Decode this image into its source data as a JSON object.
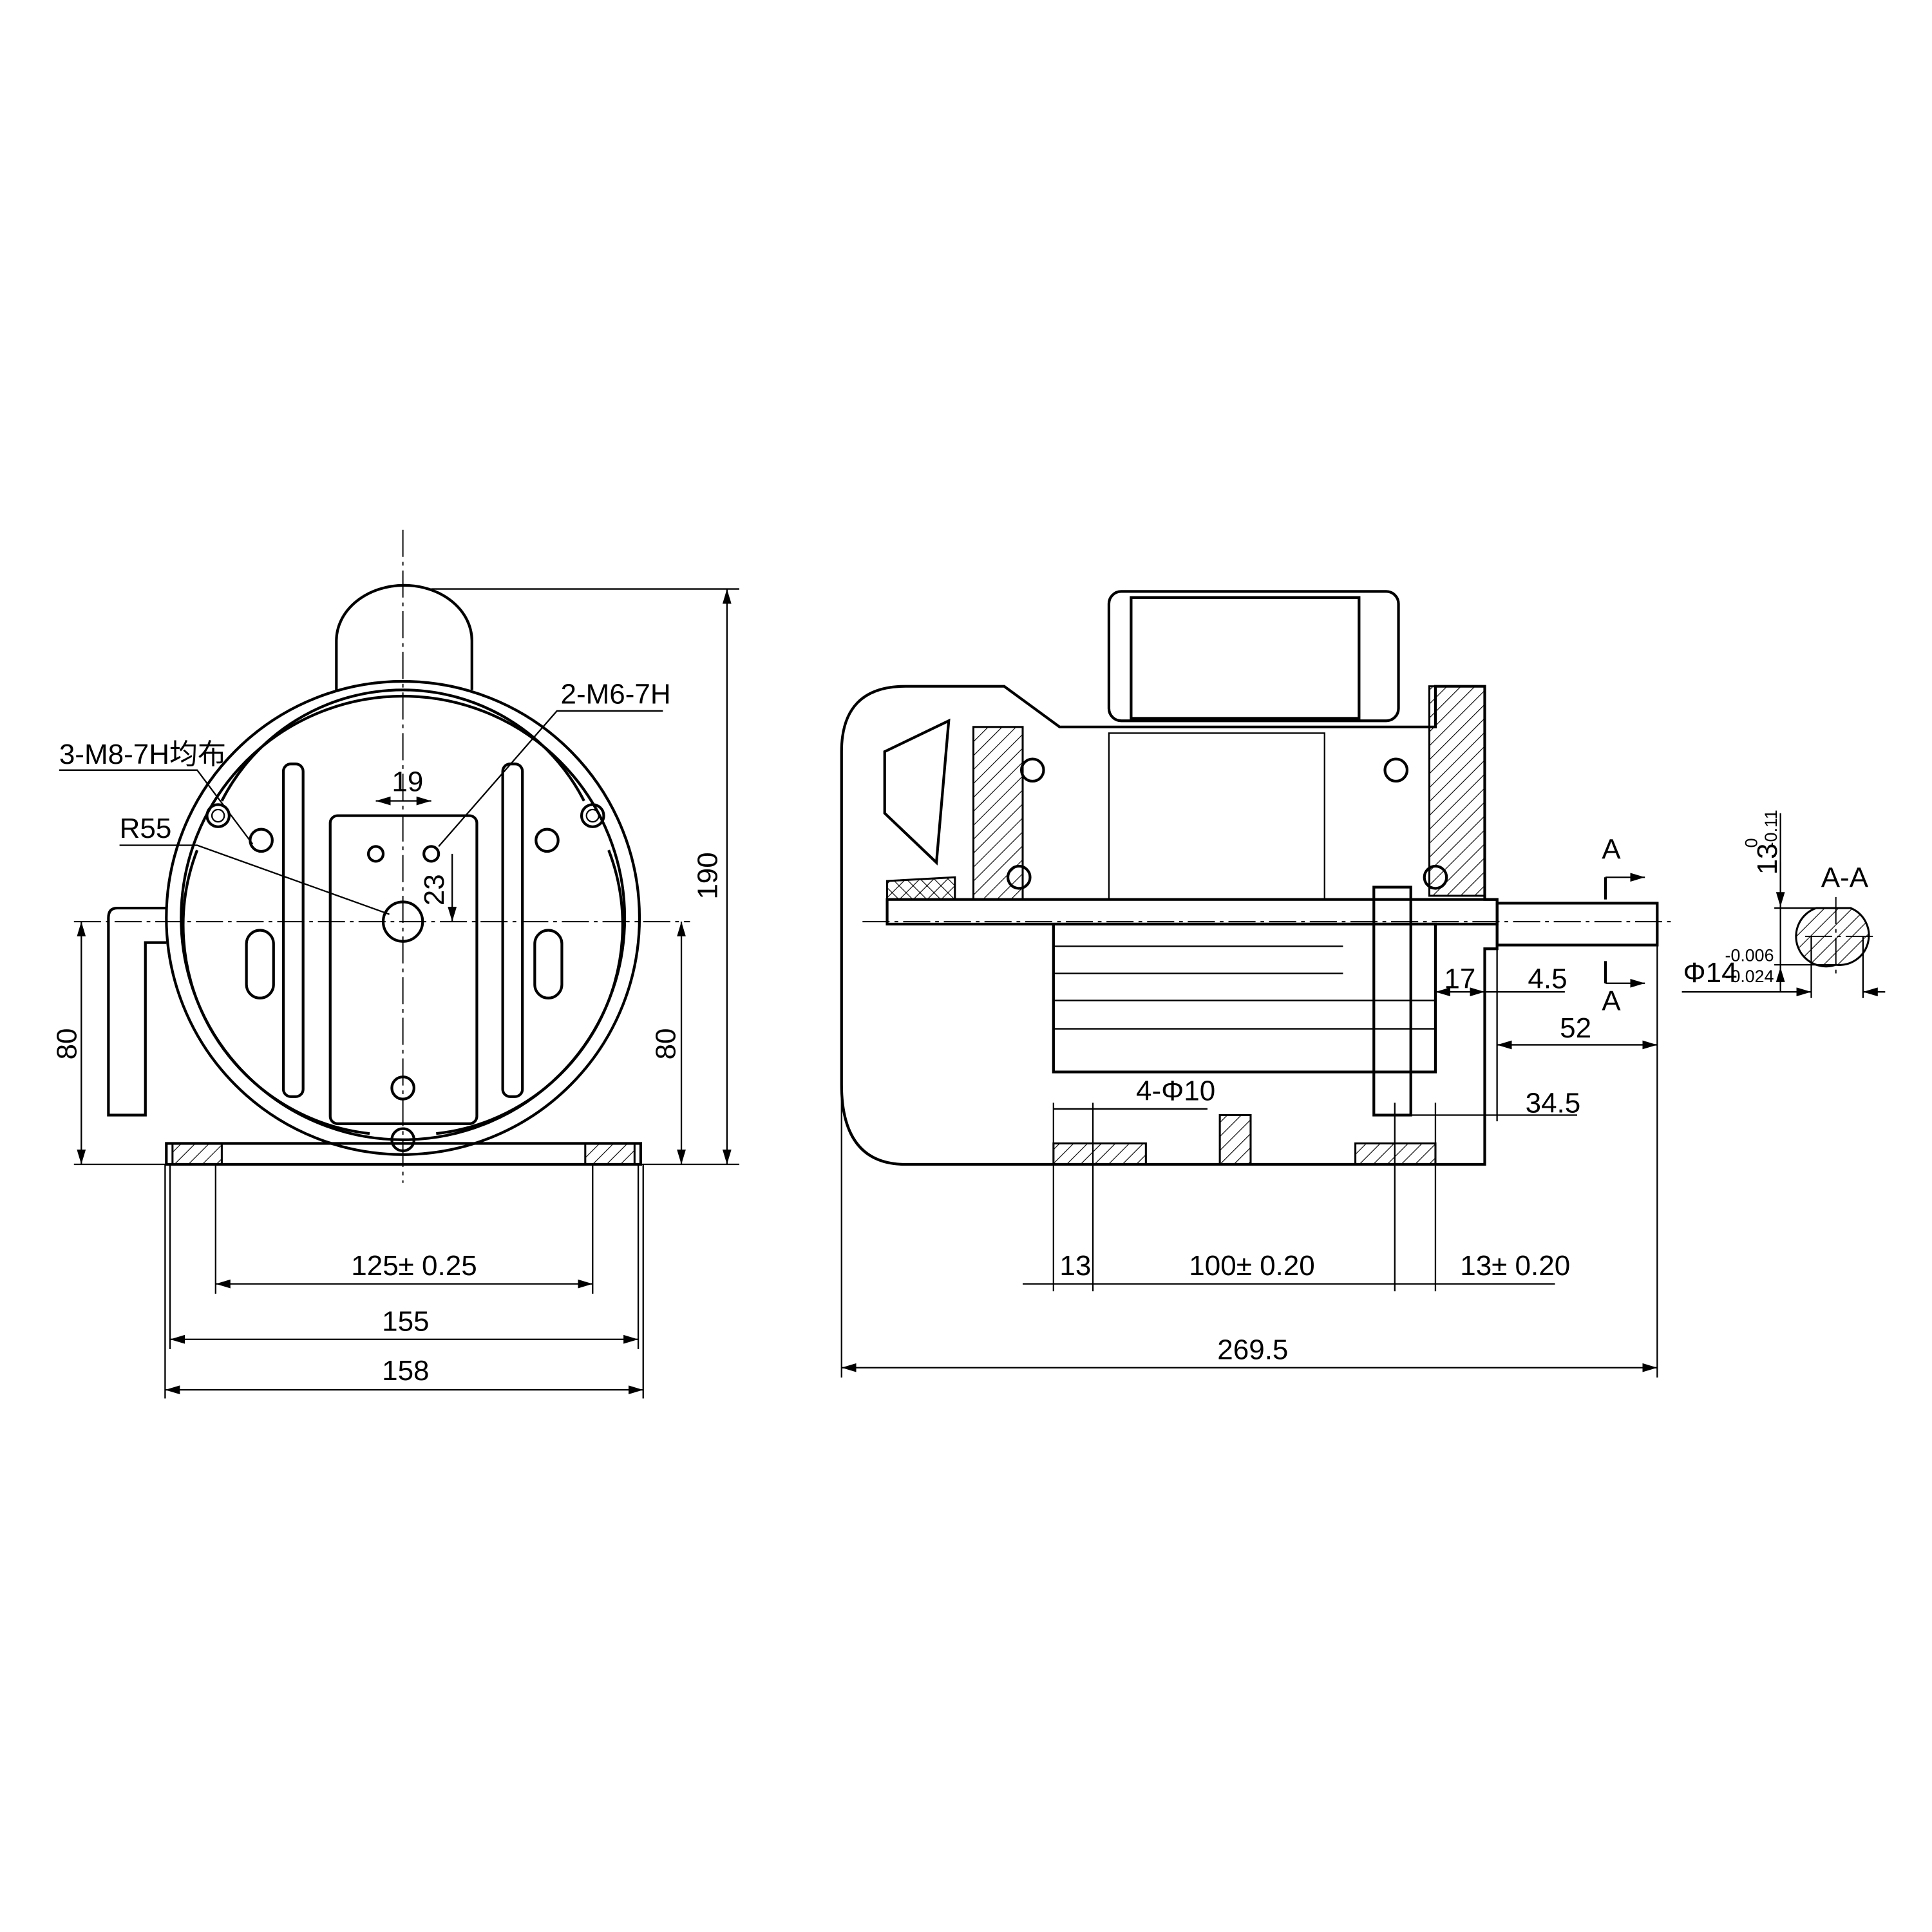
{
  "front_view": {
    "thread_holes_m8": "3-M8-7H均布",
    "thread_holes_m6": "2-M6-7H",
    "radius": "R55",
    "dim_hole_spacing": "19",
    "dim_hole_offset": "23",
    "dim_height": "190",
    "dim_shaft_height_left": "80",
    "dim_shaft_height_right": "80",
    "dim_foot_holes": "125± 0.25",
    "dim_foot_width": "155",
    "dim_overall_width": "158"
  },
  "side_view": {
    "foot_holes": "4-Φ10",
    "dim_17": "17",
    "dim_4_5": "4.5",
    "dim_52": "52",
    "dim_34_5": "34.5",
    "dim_13": "13",
    "dim_100": "100± 0.20",
    "dim_13_tol": "13± 0.20",
    "dim_overall_length": "269.5",
    "section_mark_top": "A",
    "section_mark_bottom": "A"
  },
  "section_aa": {
    "title": "A-A",
    "flat_dim": "13",
    "flat_upper": "0",
    "flat_lower": "-0.11",
    "diameter": "Φ14",
    "dia_upper": "-0.006",
    "dia_lower": "-0.024"
  }
}
